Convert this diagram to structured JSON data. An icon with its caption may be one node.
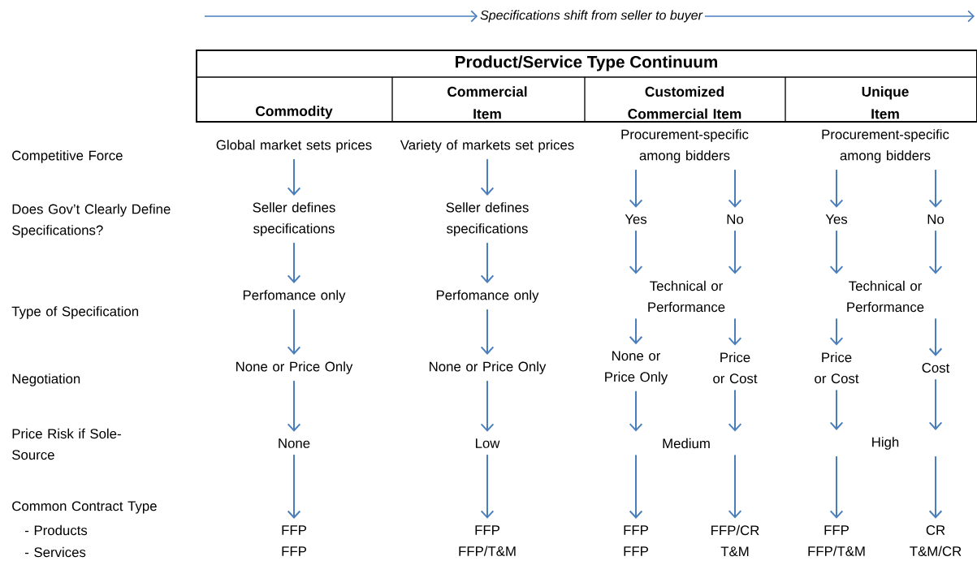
{
  "diagram": {
    "nodes": [
      {
        "text": [
          "Global market sets prices"
        ]
      },
      {
        "text": [
          "Seller defines specifications"
        ]
      },
      {
        "text": [
          "Perfomance only"
        ]
      },
      {
        "text": [
          "None or Price Only"
        ]
      },
      {
        "text": [
          "None"
        ]
      },
      {
        "text": [
          "FFP",
          "FFP"
        ]
      },
      {
        "text": [
          "Variety of markets set prices"
        ]
      },
      {
        "text": [
          "Seller defines specifications"
        ]
      },
      {
        "text": [
          "Perfomance only"
        ]
      },
      {
        "text": [
          "None or Price Only"
        ]
      },
      {
        "text": [
          "Low"
        ]
      },
      {
        "text": [
          "FFP",
          "FFP/T&M"
        ]
      },
      {
        "text": [
          "Procurement-specific among bidders"
        ]
      },
      {
        "text": [
          "Yes"
        ]
      },
      {
        "text": [
          "No"
        ]
      },
      {
        "text": [
          "Technical or Performance"
        ]
      },
      {
        "text": [
          "None or Price Only"
        ]
      },
      {
        "text": [
          "Price or Cost"
        ]
      },
      {
        "text": [
          "Medium"
        ]
      },
      {
        "text": [
          "FFP",
          "FFP"
        ]
      },
      {
        "text": [
          "FFP/CR",
          "T&M"
        ]
      },
      {
        "text": [
          "Procurement-specific among bidders"
        ]
      },
      {
        "text": [
          "Yes"
        ]
      },
      {
        "text": [
          "No"
        ]
      },
      {
        "text": [
          "Technical or Performance"
        ]
      },
      {
        "text": [
          "Price or Cost"
        ]
      },
      {
        "text": [
          "Cost"
        ]
      },
      {
        "text": [
          "High"
        ]
      },
      {
        "text": [
          "FFP",
          "FFP/T&M"
        ]
      },
      {
        "text": [
          "CR",
          "T&M/CR"
        ]
      }
    ],
    "edges": [
      {
        "from": 0,
        "to": 1,
        "arrow": "to"
      },
      {
        "from": 1,
        "to": 2,
        "arrow": "to"
      },
      {
        "from": 2,
        "to": 3,
        "arrow": "to"
      },
      {
        "from": 3,
        "to": 4,
        "arrow": "to"
      },
      {
        "from": 4,
        "to": 5,
        "arrow": "to"
      },
      {
        "from": 6,
        "to": 7,
        "arrow": "to"
      },
      {
        "from": 7,
        "to": 8,
        "arrow": "to"
      },
      {
        "from": 8,
        "to": 9,
        "arrow": "to"
      },
      {
        "from": 9,
        "to": 10,
        "arrow": "to"
      },
      {
        "from": 10,
        "to": 11,
        "arrow": "to"
      },
      {
        "from": 12,
        "to": 13,
        "arrow": "to"
      },
      {
        "from": 12,
        "to": 14,
        "arrow": "to"
      },
      {
        "from": 13,
        "to": 15,
        "arrow": "to"
      },
      {
        "from": 14,
        "to": 15,
        "arrow": "to"
      },
      {
        "from": 15,
        "to": 16,
        "arrow": "to"
      },
      {
        "from": 15,
        "to": 17,
        "arrow": "to"
      },
      {
        "from": 16,
        "to": 18,
        "arrow": "to"
      },
      {
        "from": 17,
        "to": 18,
        "arrow": "to"
      },
      {
        "from": 18,
        "to": 19,
        "arrow": "to"
      },
      {
        "from": 18,
        "to": 20,
        "arrow": "to"
      },
      {
        "from": 21,
        "to": 22,
        "arrow": "to"
      },
      {
        "from": 21,
        "to": 23,
        "arrow": "to"
      },
      {
        "from": 22,
        "to": 24,
        "arrow": "to"
      },
      {
        "from": 23,
        "to": 24,
        "arrow": "to"
      },
      {
        "from": 24,
        "to": 25,
        "arrow": "to"
      },
      {
        "from": 24,
        "to": 26,
        "arrow": "to"
      },
      {
        "from": 25,
        "to": 27,
        "arrow": "to"
      },
      {
        "from": 26,
        "to": 27,
        "arrow": "to"
      },
      {
        "from": 27,
        "to": 28,
        "arrow": "to"
      },
      {
        "from": 27,
        "to": 29,
        "arrow": "to"
      }
    ],
    "labels": [
      "Specifications shift from seller to buyer",
      "Product/Service Type Continuum",
      "Commodity",
      "Commercial Item",
      "Customized Commercial Item",
      "Unique Item",
      "Competitive Force",
      "Does Gov’t Clearly Define Specifications?",
      "Type of Specification",
      "Negotiation",
      "Price Risk if Sole-Source",
      "Common Contract Type",
      "- Products",
      "- Services"
    ]
  }
}
